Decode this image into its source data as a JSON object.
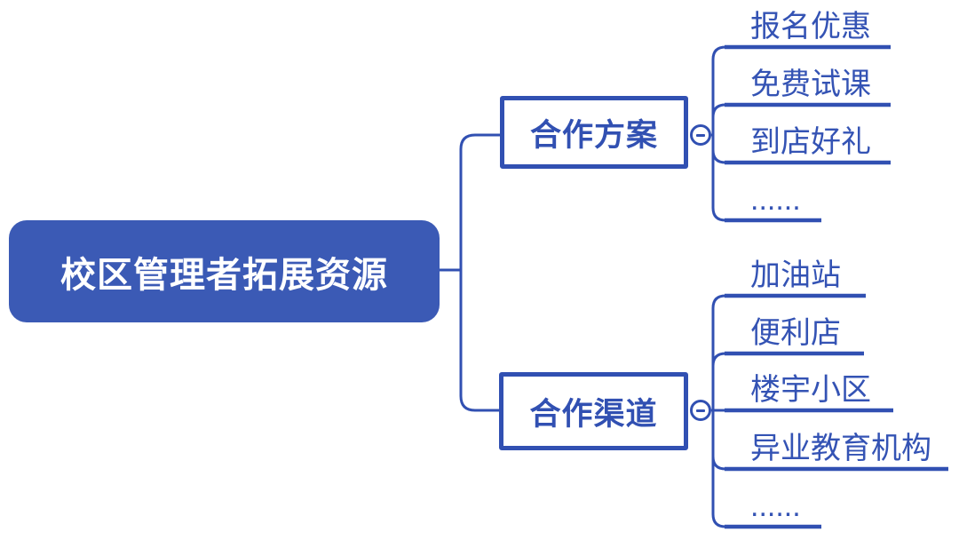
{
  "diagram": {
    "type": "mindmap",
    "background": "#ffffff",
    "colors": {
      "root_fill": "#3b5ab5",
      "root_text": "#ffffff",
      "accent_line": "#3150b2",
      "leaf_text": "#3453b4"
    },
    "root": {
      "label": "校区管理者拓展资源"
    },
    "branches": [
      {
        "label": "合作方案",
        "collapse_icon": "minus",
        "children": [
          {
            "label": "报名优惠"
          },
          {
            "label": "免费试课"
          },
          {
            "label": "到店好礼"
          },
          {
            "label": "......"
          }
        ]
      },
      {
        "label": "合作渠道",
        "collapse_icon": "minus",
        "children": [
          {
            "label": "加油站"
          },
          {
            "label": "便利店"
          },
          {
            "label": "楼宇小区"
          },
          {
            "label": "异业教育机构"
          },
          {
            "label": "......"
          }
        ]
      }
    ]
  }
}
